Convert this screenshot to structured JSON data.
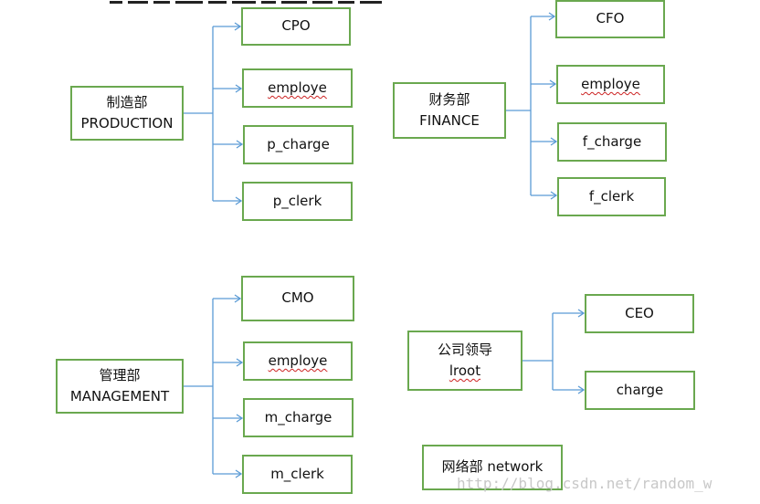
{
  "diagram": {
    "groups": [
      {
        "id": "production",
        "parent": {
          "name": "制造部",
          "code": "PRODUCTION"
        },
        "children": [
          {
            "label": "CPO",
            "misspelled": false
          },
          {
            "label": "employe",
            "misspelled": true
          },
          {
            "label": "p_charge",
            "misspelled": false
          },
          {
            "label": "p_clerk",
            "misspelled": false
          }
        ]
      },
      {
        "id": "finance",
        "parent": {
          "name": "财务部",
          "code": "FINANCE"
        },
        "children": [
          {
            "label": "CFO",
            "misspelled": false
          },
          {
            "label": "employe",
            "misspelled": true
          },
          {
            "label": "f_charge",
            "misspelled": false
          },
          {
            "label": "f_clerk",
            "misspelled": false
          }
        ]
      },
      {
        "id": "management",
        "parent": {
          "name": "管理部",
          "code": "MANAGEMENT"
        },
        "children": [
          {
            "label": "CMO",
            "misspelled": false
          },
          {
            "label": "employe",
            "misspelled": true
          },
          {
            "label": "m_charge",
            "misspelled": false
          },
          {
            "label": "m_clerk",
            "misspelled": false
          }
        ]
      },
      {
        "id": "leadership",
        "parent": {
          "name": "公司领导",
          "code": "lroot",
          "code_misspelled": true
        },
        "children": [
          {
            "label": "CEO",
            "misspelled": false
          },
          {
            "label": "charge",
            "misspelled": false
          }
        ]
      }
    ],
    "standalone": [
      {
        "id": "network",
        "label": "网络部 network"
      }
    ],
    "watermark": "http://blog.csdn.net/random_w",
    "colors": {
      "box_border": "#6aa84f",
      "connector": "#5b9bd5",
      "spellcheck_underline": "#cc2222"
    }
  }
}
